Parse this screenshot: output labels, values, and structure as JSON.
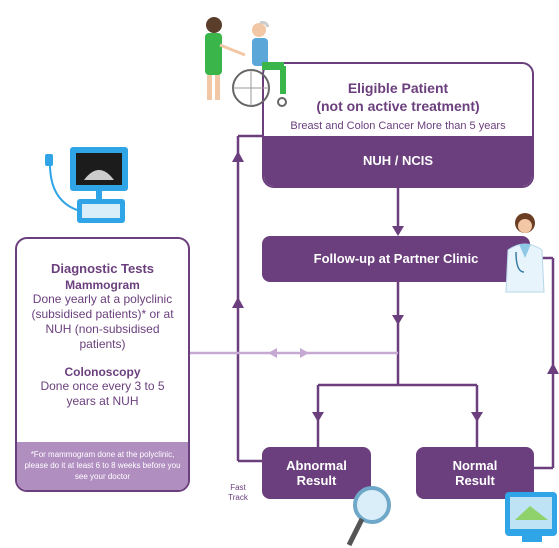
{
  "eligible": {
    "title_line1": "Eligible Patient",
    "title_line2": "(not on active treatment)",
    "subtitle": "Breast and Colon Cancer More than 5 years",
    "footer": "NUH / NCIS"
  },
  "followup": {
    "label": "Follow-up at Partner Clinic"
  },
  "diagnostic": {
    "title": "Diagnostic Tests",
    "mammogram_title": "Mammogram",
    "mammogram_text": "Done yearly at a polyclinic (subsidised patients)* or at NUH (non-subsidised patients)",
    "colonoscopy_title": "Colonoscopy",
    "colonoscopy_text": "Done once every 3 to 5 years at NUH",
    "footnote": "*For mammogram done at the polyclinic, please do it at least 6 to 8 weeks before you see your doctor"
  },
  "abnormal": {
    "line1": "Abnormal",
    "line2": "Result"
  },
  "normal": {
    "line1": "Normal",
    "line2": "Result"
  },
  "fast_track": {
    "line1": "Fast",
    "line2": "Track"
  },
  "colors": {
    "primary": "#6b3f7d",
    "light": "#c5a9d3",
    "footnote_bg": "#b08ec0"
  },
  "icons": [
    "wheelchair-patient-icon",
    "ultrasound-machine-icon",
    "doctor-icon",
    "magnifier-icon",
    "results-monitor-icon"
  ]
}
